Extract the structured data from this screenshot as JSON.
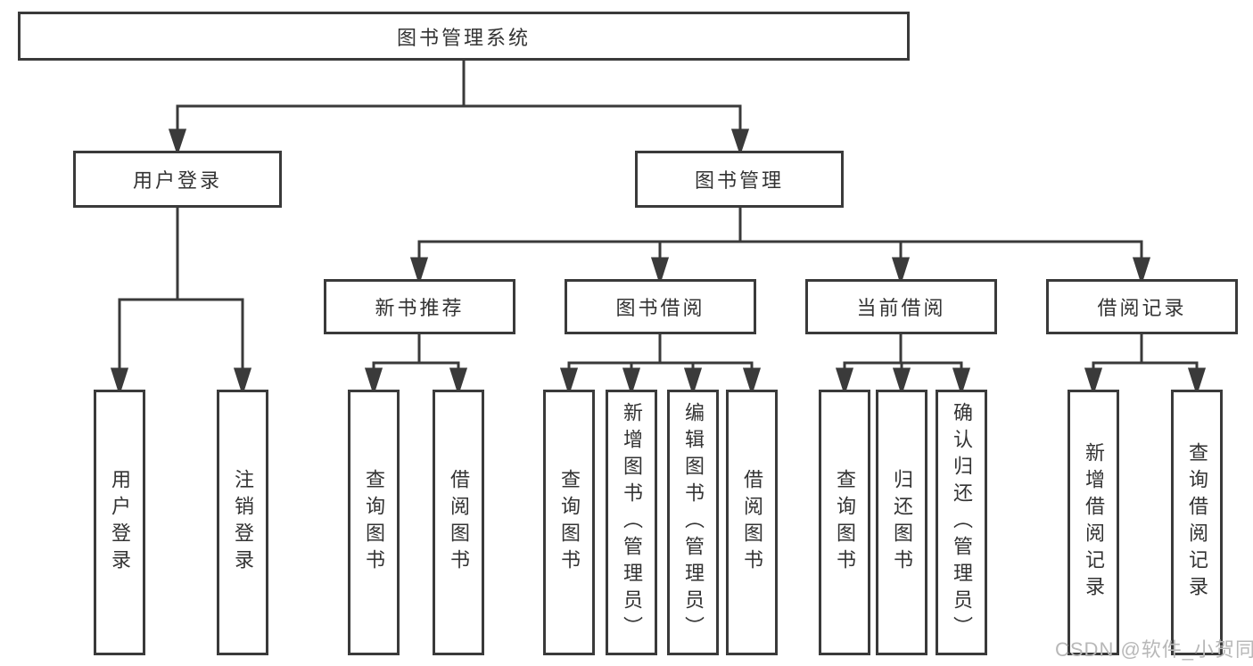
{
  "colors": {
    "background": "#ffffff",
    "line": "#3a3a3a",
    "box_border": "#3a3a3a",
    "text": "#333333",
    "watermark": "#b8b8b8"
  },
  "watermark": {
    "text": "CSDN @软件_小贺同学"
  },
  "tree": {
    "root": {
      "label": "图书管理系统",
      "children": [
        {
          "label": "用户登录",
          "children": [
            {
              "label": "用户登录"
            },
            {
              "label": "注销登录"
            }
          ]
        },
        {
          "label": "图书管理",
          "children": [
            {
              "label": "新书推荐",
              "children": [
                {
                  "label": "查询图书"
                },
                {
                  "label": "借阅图书"
                }
              ]
            },
            {
              "label": "图书借阅",
              "children": [
                {
                  "label": "查询图书"
                },
                {
                  "label": "新增图书（管理员）"
                },
                {
                  "label": "编辑图书（管理员）"
                },
                {
                  "label": "借阅图书"
                }
              ]
            },
            {
              "label": "当前借阅",
              "children": [
                {
                  "label": "查询图书"
                },
                {
                  "label": "归还图书"
                },
                {
                  "label": "确认归还（管理员）"
                }
              ]
            },
            {
              "label": "借阅记录",
              "children": [
                {
                  "label": "新增借阅记录"
                },
                {
                  "label": "查询借阅记录"
                }
              ]
            }
          ]
        }
      ]
    }
  }
}
